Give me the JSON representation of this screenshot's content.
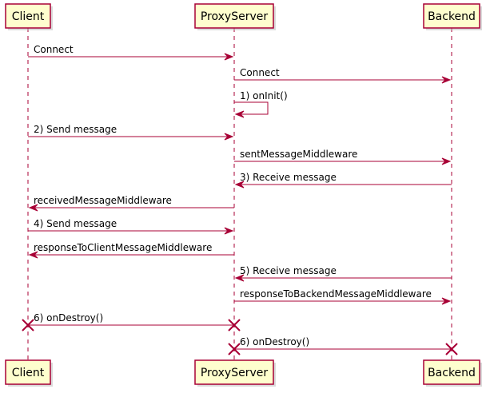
{
  "diagram": {
    "type": "sequence",
    "colors": {
      "box_fill": "#fefece",
      "line": "#a80036",
      "text": "#000000"
    },
    "participants": [
      {
        "id": "client",
        "label": "Client"
      },
      {
        "id": "proxy",
        "label": "ProxyServer"
      },
      {
        "id": "backend",
        "label": "Backend"
      }
    ],
    "messages": [
      {
        "from": "client",
        "to": "proxy",
        "label": "Connect"
      },
      {
        "from": "proxy",
        "to": "backend",
        "label": "Connect"
      },
      {
        "from": "proxy",
        "to": "proxy",
        "label": "1) onInit()"
      },
      {
        "from": "client",
        "to": "proxy",
        "label": "2) Send message"
      },
      {
        "from": "proxy",
        "to": "backend",
        "label": "sentMessageMiddleware"
      },
      {
        "from": "backend",
        "to": "proxy",
        "label": "3) Receive message"
      },
      {
        "from": "proxy",
        "to": "client",
        "label": "receivedMessageMiddleware"
      },
      {
        "from": "client",
        "to": "proxy",
        "label": "4) Send message"
      },
      {
        "from": "proxy",
        "to": "client",
        "label": "responseToClientMessageMiddleware"
      },
      {
        "from": "backend",
        "to": "proxy",
        "label": "5) Receive message"
      },
      {
        "from": "proxy",
        "to": "backend",
        "label": "responseToBackendMessageMiddleware"
      },
      {
        "from": "client",
        "to": "proxy",
        "label": "6) onDestroy()",
        "destroy": true
      },
      {
        "from": "proxy",
        "to": "backend",
        "label": "6) onDestroy()",
        "destroy": true
      }
    ]
  }
}
